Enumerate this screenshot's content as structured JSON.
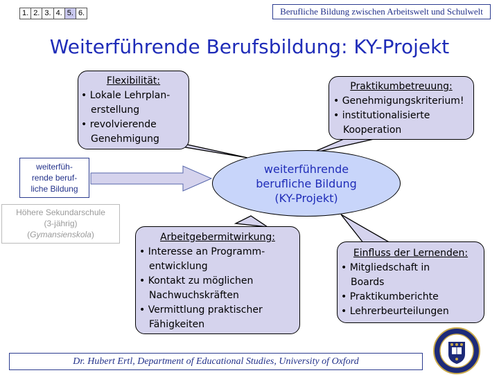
{
  "nav": {
    "items": [
      "1.",
      "2.",
      "3.",
      "4.",
      "5.",
      "6."
    ],
    "active_index": 4
  },
  "header": {
    "subtitle": "Berufliche Bildung zwischen Arbeitswelt und Schulwelt"
  },
  "title": "Weiterführende Berufsbildung: KY-Projekt",
  "bubbles": {
    "flexibility": {
      "heading": "Flexibilität:",
      "lines": [
        "• Lokale Lehrplan-",
        "erstellung",
        "• revolvierende",
        "Genehmigung"
      ]
    },
    "internship": {
      "heading": "Praktikumbetreuung:",
      "lines": [
        "• Genehmigungskriterium!",
        "• institutionalisierte",
        "Kooperation"
      ]
    },
    "employer": {
      "heading": "Arbeitgebermitwirkung:",
      "lines": [
        "• Interesse an Programm-",
        "entwicklung",
        "• Kontakt zu möglichen",
        "Nachwuchskräften",
        "• Vermittlung praktischer",
        "Fähigkeiten"
      ]
    },
    "learners": {
      "heading": "Einfluss der Lernenden:",
      "lines": [
        "• Mitgliedschaft in",
        "Boards",
        "• Praktikumberichte",
        "• Lehrerbeurteilungen"
      ]
    }
  },
  "center": {
    "lines": [
      "weiterführende",
      "berufliche Bildung",
      "(KY-Projekt)"
    ]
  },
  "left_box": {
    "lines": [
      "weiterfüh-",
      "rende beruf-",
      "liche Bildung"
    ]
  },
  "grey_box": {
    "line1": "Höhere Sekundarschule",
    "line2": "(3-jährig)",
    "line3_open": "(",
    "line3_italic": "Gymansienskola",
    "line3_close": ")"
  },
  "footer": {
    "text": "Dr. Hubert Ertl, Department of Educational Studies, University of Oxford"
  },
  "colors": {
    "accent_blue": "#1f2cb8",
    "bubble_fill": "#d5d3ed",
    "ellipse_fill": "#c8d5fa",
    "nav_active": "#c9c8ee"
  }
}
